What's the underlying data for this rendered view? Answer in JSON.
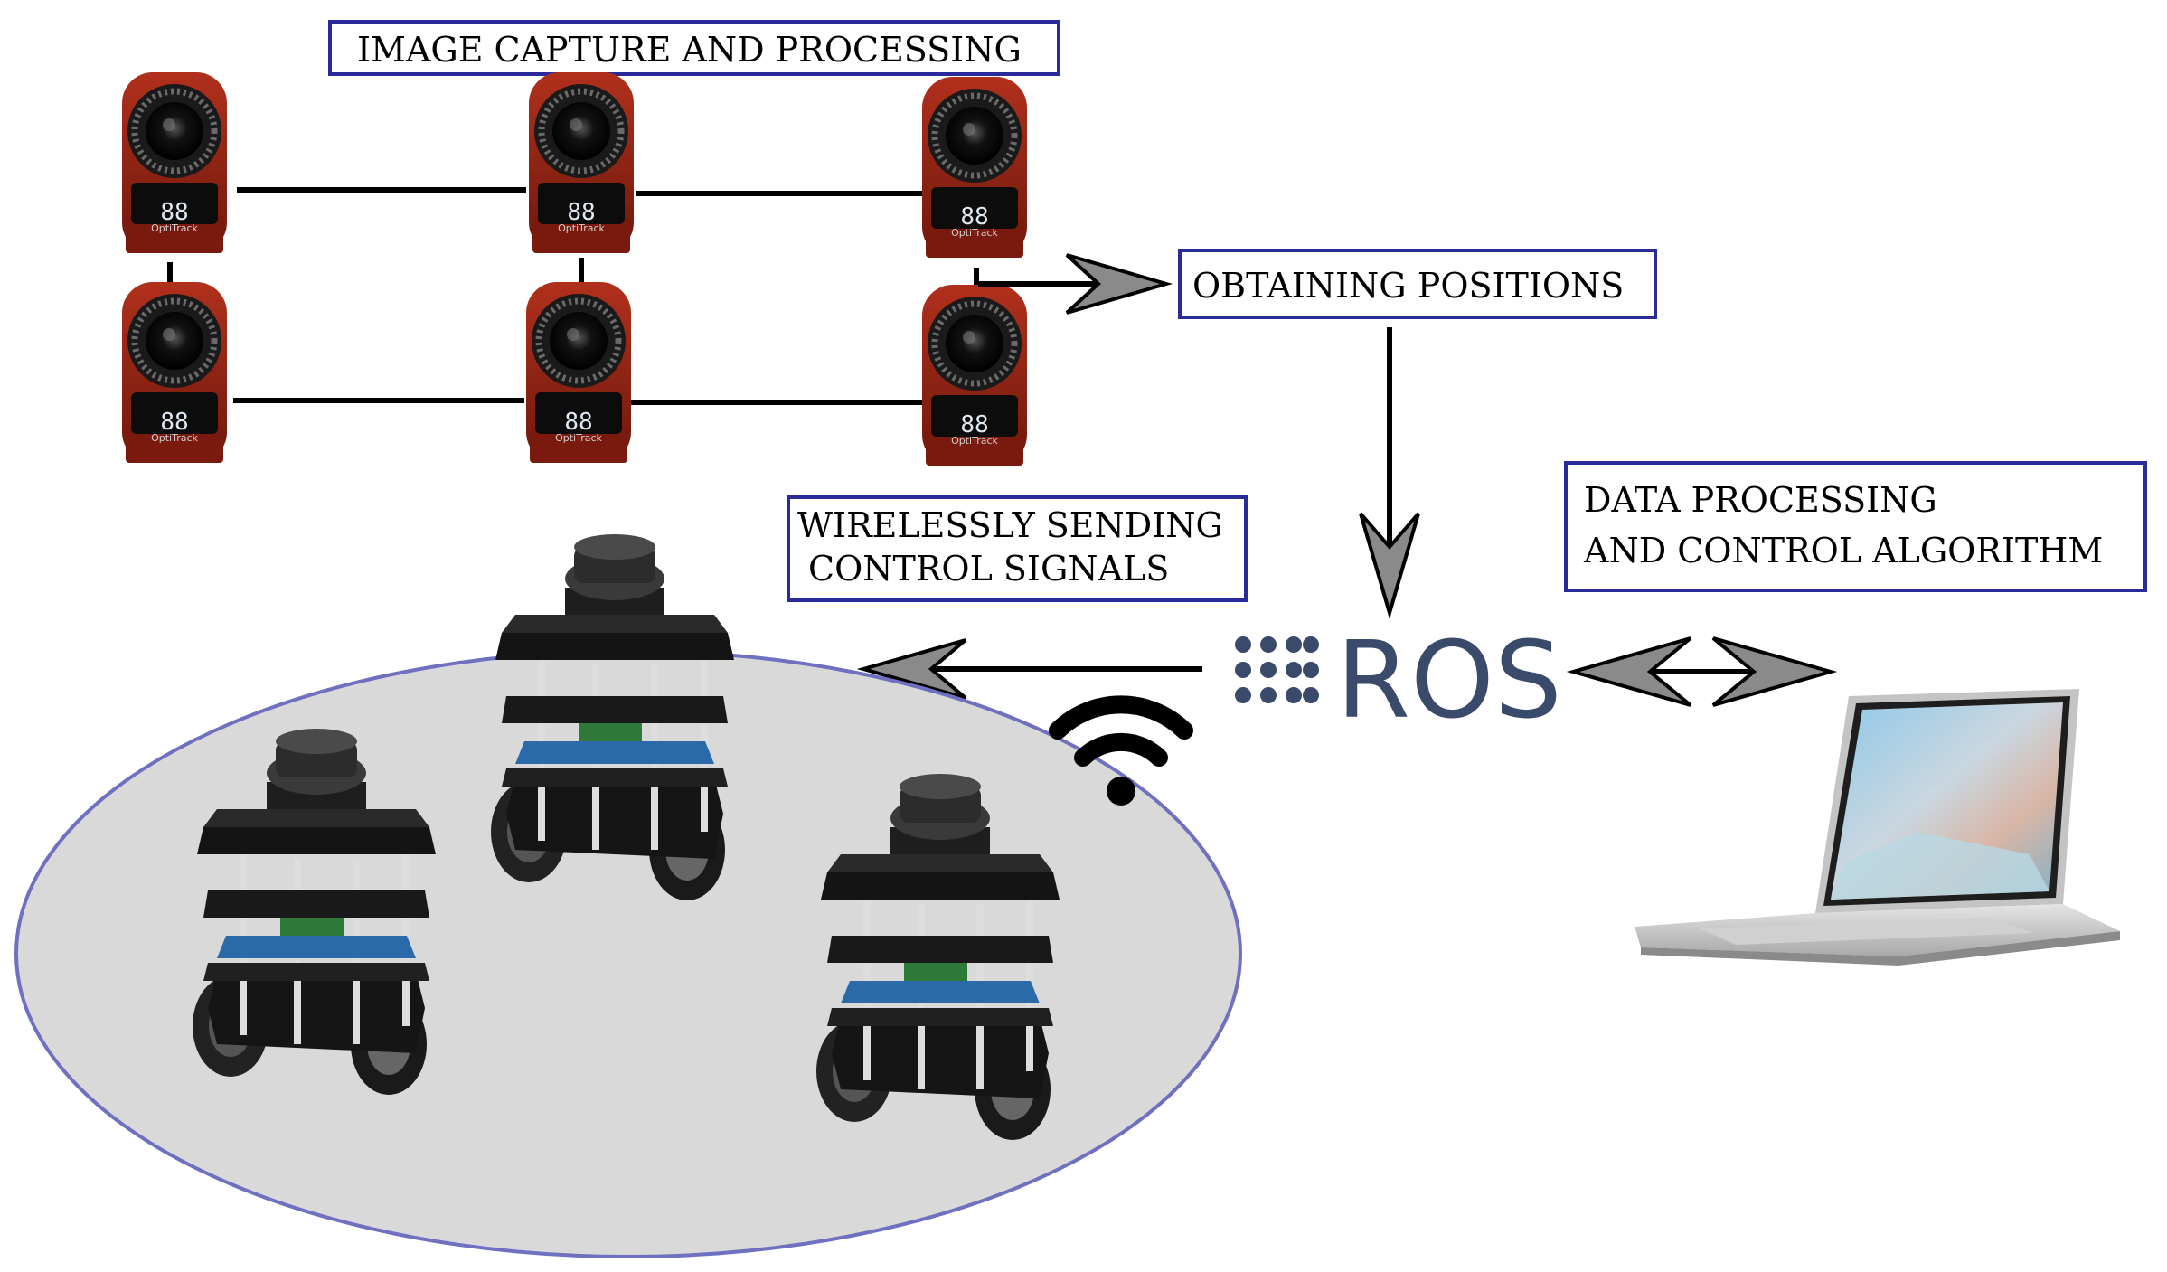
{
  "labels": {
    "image_capture": "IMAGE CAPTURE AND PROCESSING",
    "obtaining_positions": "OBTAINING POSITIONS",
    "wireless_line1": "WIRELESSLY SENDING",
    "wireless_line2": "CONTROL SIGNALS",
    "data_line1": "DATA PROCESSING",
    "data_line2": "AND CONTROL ALGORITHM"
  },
  "ros": {
    "text": "ROS"
  },
  "camera": {
    "display": "88",
    "brand": "OptiTrack",
    "count": 6
  },
  "robots": {
    "count": 3
  },
  "colors": {
    "box_border": "#2a2a9a",
    "ellipse_fill": "#d9d9d9",
    "ellipse_stroke": "#7070c0",
    "camera_red": "#9a2415",
    "ros_blue": "#3a4a6b"
  }
}
